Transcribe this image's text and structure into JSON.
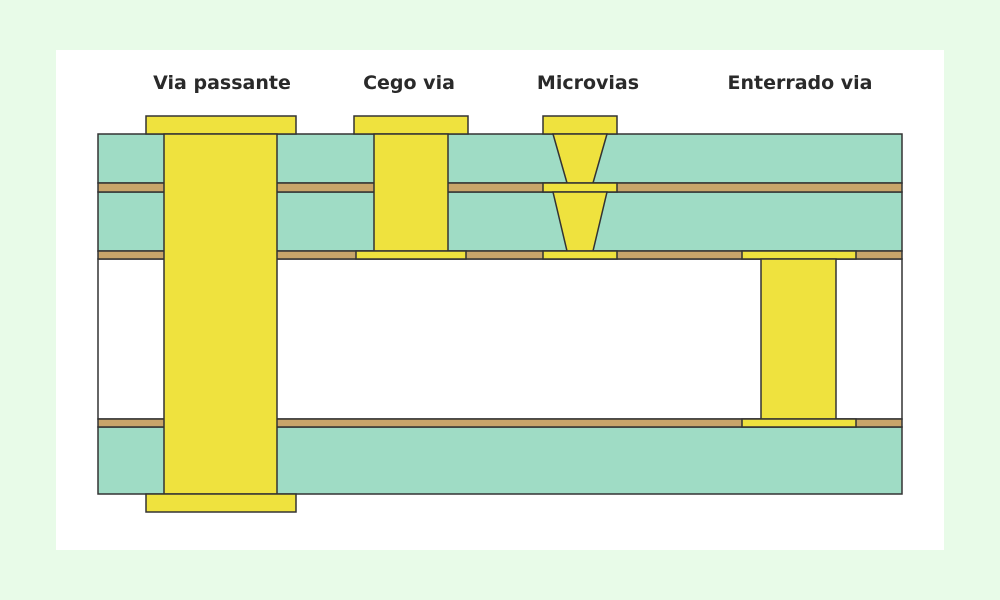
{
  "labels": {
    "through_via": "Via passante",
    "blind_via": "Cego via",
    "microvias": "Microvias",
    "buried_via": "Enterrado via"
  },
  "colors": {
    "background": "#e8fbe8",
    "card": "#ffffff",
    "substrate": "#9fdcc5",
    "copper_layer": "#c8a56a",
    "via_fill": "#efe23e",
    "outline": "#333333"
  }
}
